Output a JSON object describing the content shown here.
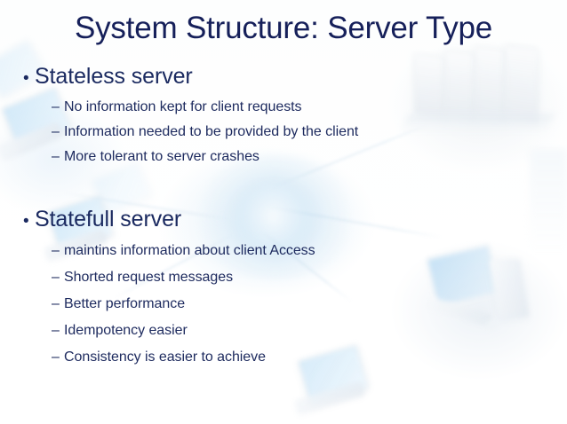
{
  "slide": {
    "title": "System Structure: Server Type",
    "background_description": "faded network diagram of laptops, server racks and a desktop computer",
    "colors": {
      "title": "#16205a",
      "body": "#1d2a5e",
      "background": "#ffffff",
      "accent_glow": "#b0d4ee"
    },
    "sections": [
      {
        "heading": "Stateless server",
        "marker": "•",
        "points": [
          {
            "marker": "–",
            "text": "No information kept for client requests"
          },
          {
            "marker": "–",
            "text": "Information needed to be provided by the client"
          },
          {
            "marker": "–",
            "text": "More tolerant to server crashes"
          }
        ]
      },
      {
        "heading": "Statefull server",
        "marker": "•",
        "points": [
          {
            "marker": "–",
            "text": "maintins information about client Access"
          },
          {
            "marker": "–",
            "text": "Shorted request messages"
          },
          {
            "marker": "–",
            "text": "Better performance"
          },
          {
            "marker": "–",
            "text": "Idempotency easier"
          },
          {
            "marker": "–",
            "text": "Consistency is easier to achieve"
          }
        ]
      }
    ]
  }
}
